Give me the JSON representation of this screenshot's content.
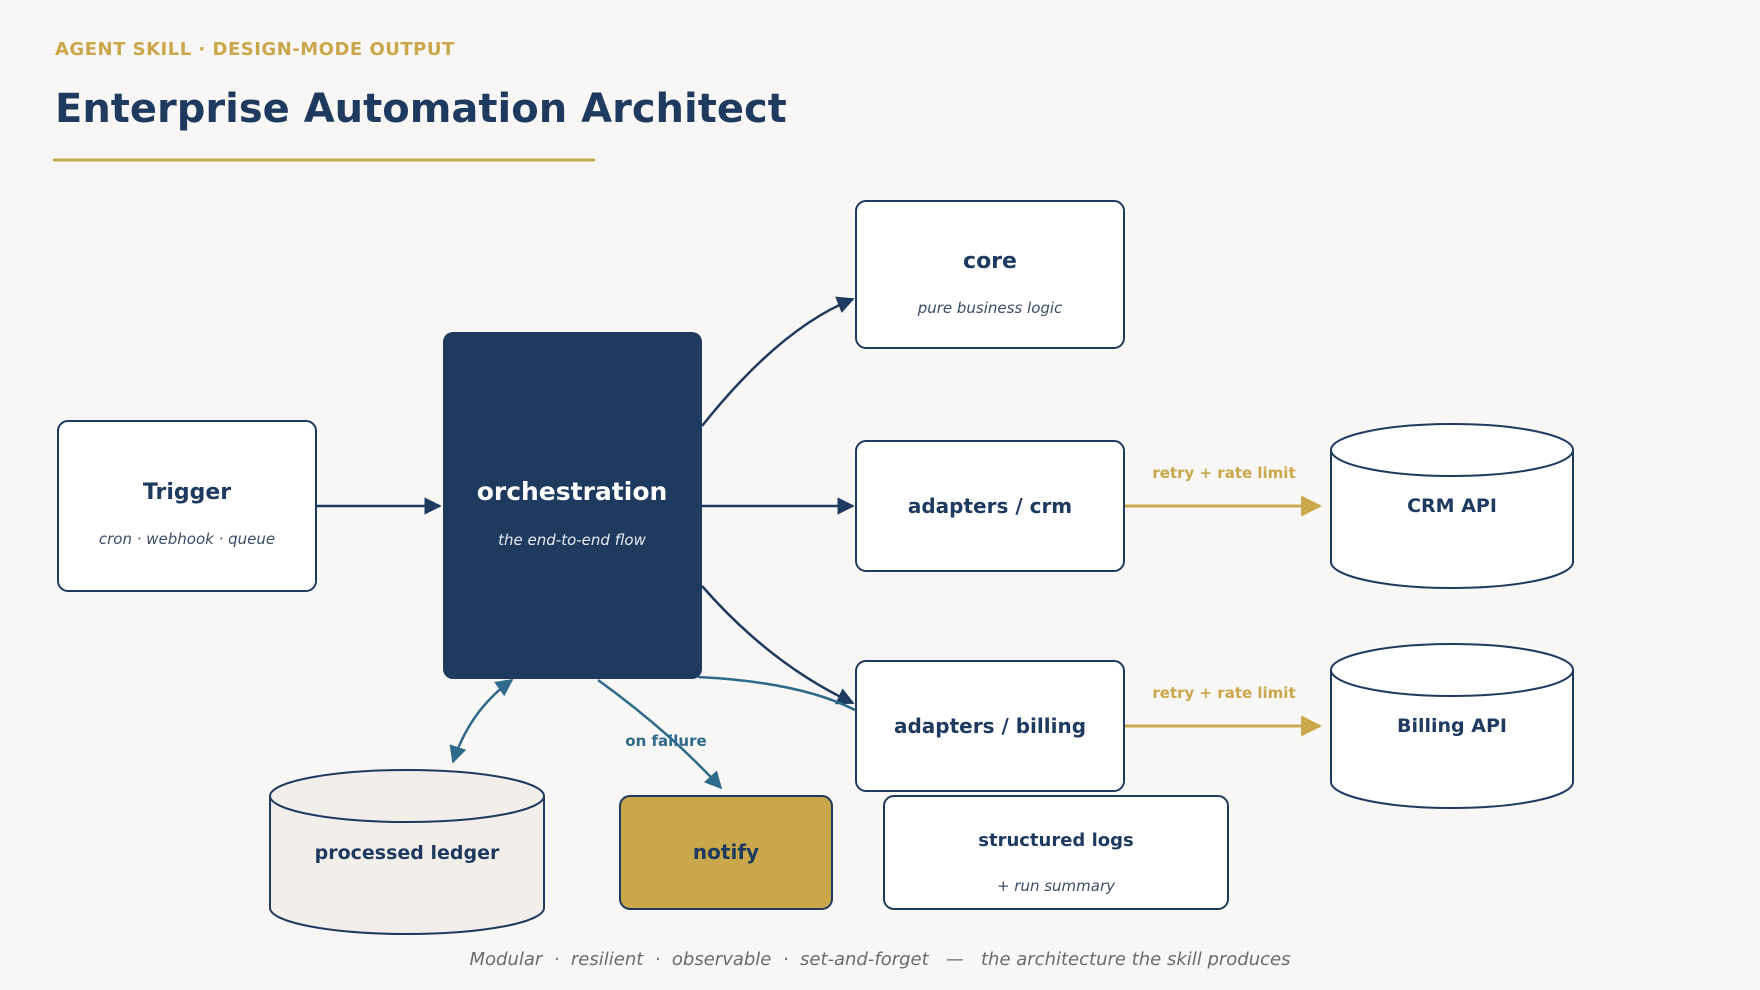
{
  "header": {
    "eyebrow": "AGENT SKILL  ·  DESIGN-MODE OUTPUT",
    "title": "Enterprise Automation Architect"
  },
  "colors": {
    "navy": "#1e3a5f",
    "gold": "#c9a74a",
    "teal": "#2e6b8a",
    "background": "#f8f7f5",
    "node_fill": "#ffffff",
    "ledger_fill": "#f2efea",
    "sub_text": "#3a4d66",
    "footer_text": "#6b6b6b"
  },
  "nodes": {
    "trigger": {
      "title": "Trigger",
      "subtitle": "cron · webhook · queue"
    },
    "orchestration": {
      "title": "orchestration",
      "subtitle": "the end-to-end flow"
    },
    "core": {
      "title": "core",
      "subtitle": "pure business logic"
    },
    "adapters_crm": {
      "title": "adapters / crm"
    },
    "adapters_billing": {
      "title": "adapters / billing"
    },
    "crm_api": {
      "title": "CRM API"
    },
    "billing_api": {
      "title": "Billing API"
    },
    "processed_ledger": {
      "title": "processed ledger"
    },
    "notify": {
      "title": "notify"
    },
    "structured_logs": {
      "title": "structured logs",
      "subtitle": "+ run summary"
    }
  },
  "edges": {
    "crm_retry": "retry + rate limit",
    "billing_retry": "retry + rate limit",
    "on_failure": "on failure"
  },
  "footer": "Modular  ·  resilient  ·  observable  ·  set-and-forget   —   the architecture the skill produces"
}
